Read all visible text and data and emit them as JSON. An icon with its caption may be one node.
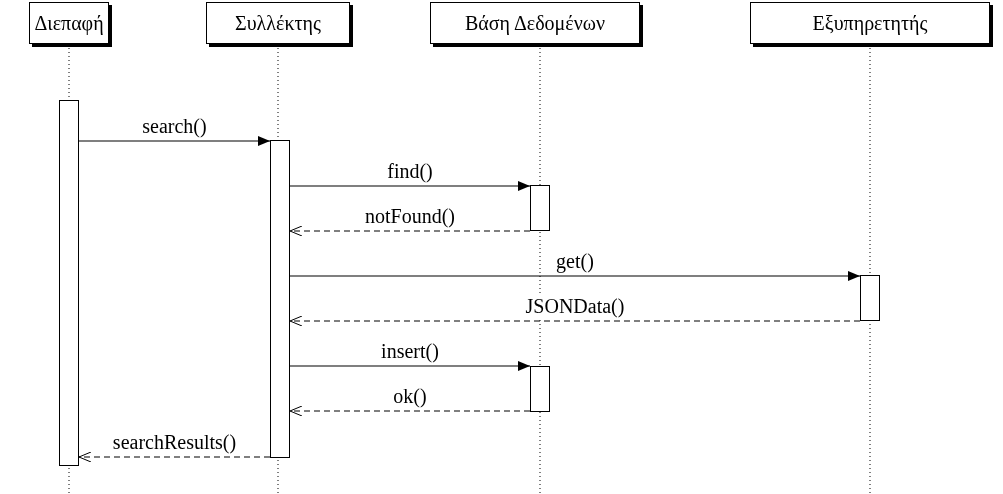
{
  "diagram": {
    "nodes": [
      {
        "text": [
          "Διεπαφή"
        ]
      },
      {
        "text": [
          "Συλλέκτης"
        ]
      },
      {
        "text": [
          "Βάση Δεδομένων"
        ]
      },
      {
        "text": [
          "Εξυπηρετητής"
        ]
      },
      {
        "text": [],
        "shape": "bar"
      },
      {
        "text": [],
        "shape": "bar"
      },
      {
        "text": [],
        "shape": "bar"
      },
      {
        "text": [],
        "shape": "bar"
      },
      {
        "text": [],
        "shape": "bar"
      }
    ],
    "edges": [
      {
        "from": 4,
        "to": 5,
        "arrow": "to",
        "label": "search()"
      },
      {
        "from": 5,
        "to": 6,
        "arrow": "to",
        "label": "find()"
      },
      {
        "from": 6,
        "to": 5,
        "arrow": "to",
        "label": "notFound()",
        "style": "dashed"
      },
      {
        "from": 5,
        "to": 7,
        "arrow": "to",
        "label": "get()"
      },
      {
        "from": 7,
        "to": 5,
        "arrow": "to",
        "label": "JSONData()",
        "style": "dashed"
      },
      {
        "from": 5,
        "to": 8,
        "arrow": "to",
        "label": "insert()"
      },
      {
        "from": 8,
        "to": 5,
        "arrow": "to",
        "label": "ok()",
        "style": "dashed"
      },
      {
        "from": 5,
        "to": 4,
        "arrow": "to",
        "label": "searchResults()",
        "style": "dashed"
      }
    ]
  }
}
